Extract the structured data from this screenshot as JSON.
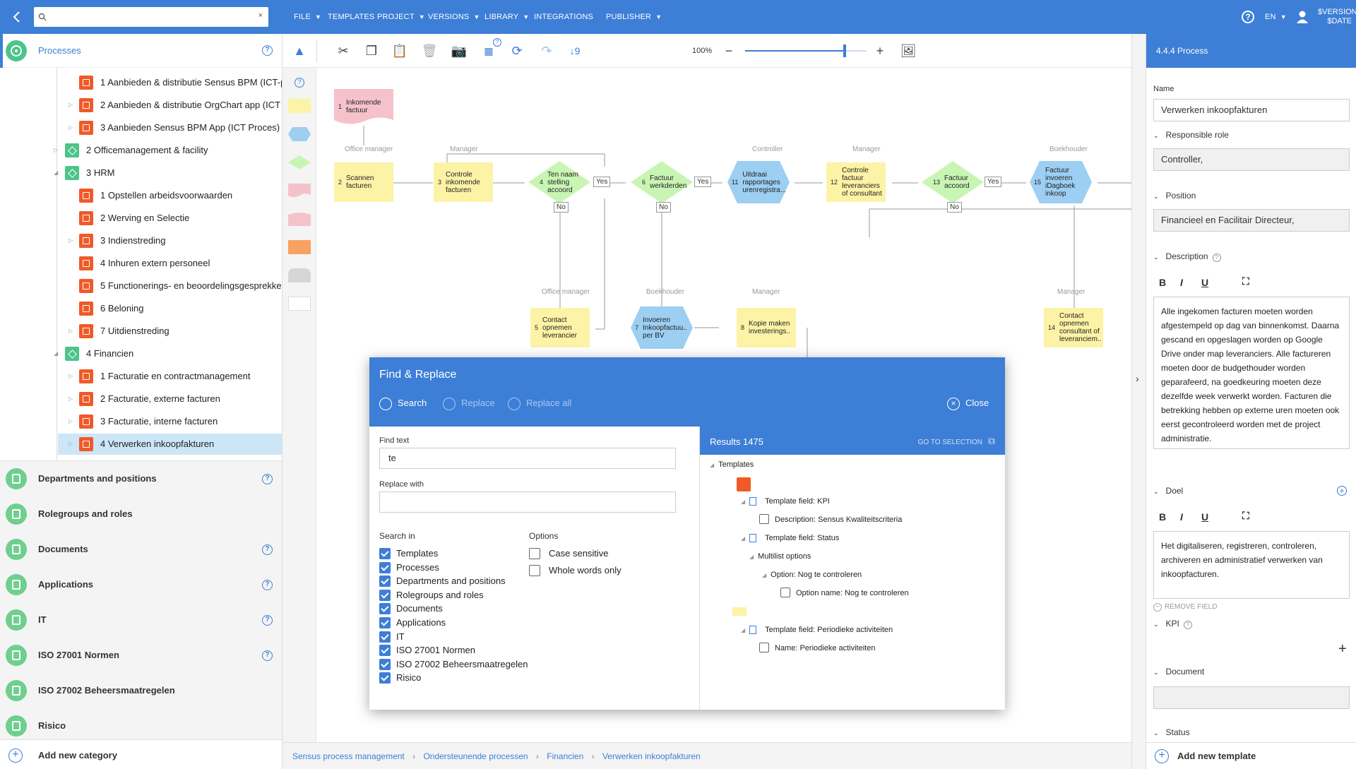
{
  "topbar": {
    "search_placeholder": "",
    "menu": [
      {
        "label": "FILE",
        "has_dropdown": true
      },
      {
        "label": "TEMPLATES",
        "has_dropdown": false
      },
      {
        "label": "PROJECT",
        "has_dropdown": true
      },
      {
        "label": "VERSIONS",
        "has_dropdown": true
      },
      {
        "label": "LIBRARY",
        "has_dropdown": true
      },
      {
        "label": "INTEGRATIONS",
        "has_dropdown": false
      },
      {
        "label": "PUBLISHER",
        "has_dropdown": true
      }
    ],
    "language": "EN",
    "version_line1": "$VERSION",
    "version_line2": "$DATE"
  },
  "sidebar": {
    "active_category": "Processes",
    "tree": [
      {
        "label": "1 Aanbieden & distributie Sensus BPM (ICT-p",
        "type": "process",
        "level": 2
      },
      {
        "label": "2 Aanbieden & distributie OrgChart app (ICT",
        "type": "process",
        "level": 2
      },
      {
        "label": "3 Aanbieden Sensus BPM App (ICT Proces)",
        "type": "process",
        "level": 2
      },
      {
        "label": "2 Officemanagement & facility",
        "type": "group",
        "level": 1
      },
      {
        "label": "3 HRM",
        "type": "group",
        "level": 1
      },
      {
        "label": "1 Opstellen arbeidsvoorwaarden",
        "type": "process",
        "level": 2
      },
      {
        "label": "2 Werving en Selectie",
        "type": "process",
        "level": 2
      },
      {
        "label": "3 Indienstreding",
        "type": "process",
        "level": 2
      },
      {
        "label": "4 Inhuren extern personeel",
        "type": "process",
        "level": 2
      },
      {
        "label": "5 Functionerings- en beoordelingsgesprekke",
        "type": "process",
        "level": 2
      },
      {
        "label": "6 Beloning",
        "type": "process",
        "level": 2
      },
      {
        "label": "7 Uitdienstreding",
        "type": "process",
        "level": 2
      },
      {
        "label": "4 Financien",
        "type": "group",
        "level": 1
      },
      {
        "label": "1 Facturatie en contractmanagement",
        "type": "process",
        "level": 2
      },
      {
        "label": "2 Facturatie, externe facturen",
        "type": "process",
        "level": 2
      },
      {
        "label": "3 Facturatie, interne facturen",
        "type": "process",
        "level": 2
      },
      {
        "label": "4 Verwerken inkoopfakturen",
        "type": "process",
        "level": 2,
        "selected": true
      }
    ],
    "categories": [
      {
        "label": "Departments and positions",
        "help": true
      },
      {
        "label": "Rolegroups and roles",
        "help": false
      },
      {
        "label": "Documents",
        "help": true
      },
      {
        "label": "Applications",
        "help": true
      },
      {
        "label": "IT",
        "help": true
      },
      {
        "label": "ISO 27001 Normen",
        "help": true
      },
      {
        "label": "ISO 27002 Beheersmaatregelen",
        "help": false
      },
      {
        "label": "Risico",
        "help": false
      }
    ],
    "add_category": "Add new category"
  },
  "toolbar": {
    "zoom": "100%",
    "zoom_level": 0.82
  },
  "diagram": {
    "start_event": {
      "num": "1",
      "label": "Inkomende factuur"
    },
    "roles": [
      "Office manager",
      "Manager",
      "Controller",
      "Manager",
      "Boekhouder",
      "Office manager",
      "Boekhouder",
      "Manager",
      "Manager"
    ],
    "nodes": [
      {
        "num": "2",
        "label": "Scannen facturen"
      },
      {
        "num": "3",
        "label": "Controle inkomende facturen"
      },
      {
        "num": "4",
        "label": "Ten naam stelling accoord"
      },
      {
        "num": "6",
        "label": "Factuur werkderden"
      },
      {
        "num": "11",
        "label": "Uitdraai rapportages urenregistra..."
      },
      {
        "num": "12",
        "label": "Controle factuur leveranciers of consultant"
      },
      {
        "num": "13",
        "label": "Factuur accoord"
      },
      {
        "num": "15",
        "label": "Factuur invoeren iDagboek inkoop"
      },
      {
        "num": "5",
        "label": "Contact opnemen leverancier"
      },
      {
        "num": "7",
        "label": "Invoeren Inkoopfactuu.. per BV"
      },
      {
        "num": "8",
        "label": "Kopie maken investerings.."
      },
      {
        "num": "14",
        "label": "Contact opnemen consultant of leveranciem.."
      }
    ],
    "yes_label": "Yes",
    "no_label": "No"
  },
  "dialog": {
    "title": "Find & Replace",
    "tabs": {
      "search": "Search",
      "replace": "Replace",
      "replace_all": "Replace all"
    },
    "close": "Close",
    "find_label": "Find text",
    "find_value": "te",
    "replace_label": "Replace with",
    "replace_value": "",
    "search_in_label": "Search in",
    "search_in": [
      {
        "label": "Templates",
        "checked": true
      },
      {
        "label": "Processes",
        "checked": true
      },
      {
        "label": "Departments and positions",
        "checked": true
      },
      {
        "label": "Rolegroups and roles",
        "checked": true
      },
      {
        "label": "Documents",
        "checked": true
      },
      {
        "label": "Applications",
        "checked": true
      },
      {
        "label": "IT",
        "checked": true
      },
      {
        "label": "ISO 27001 Normen",
        "checked": true
      },
      {
        "label": "ISO 27002 Beheersmaatregelen",
        "checked": true
      },
      {
        "label": "Risico",
        "checked": true
      }
    ],
    "options_label": "Options",
    "options": [
      {
        "label": "Case sensitive",
        "checked": false
      },
      {
        "label": "Whole words only",
        "checked": false
      }
    ],
    "results_title": "Results 1475",
    "go_to_selection": "GO TO SELECTION",
    "results": {
      "root": "Templates",
      "f1": "Template field: KPI",
      "f1_desc": "Description: Sensus Kwaliteitscriteria",
      "f2": "Template field: Status",
      "f2_multi": "Multilist options",
      "f2_opt": "Option: Nog te controleren",
      "f2_optname": "Option name: Nog te controleren",
      "f3": "Template field: Periodieke activiteiten",
      "f3_name": "Name: Periodieke activiteiten"
    }
  },
  "properties": {
    "header": "4.4.4 Process",
    "name_label": "Name",
    "name_value": "Verwerken inkoopfakturen",
    "role_label": "Responsible role",
    "role_value": "Controller,",
    "position_label": "Position",
    "position_value": "Financieel en Facilitair Directeur,",
    "description_label": "Description",
    "description_text": "Alle ingekomen facturen moeten worden afgestempeld op dag van binnenkomst. Daarna gescand en opgeslagen worden op Google Drive onder map leveranciers. Alle factureren moeten door de budgethouder worden geparafeerd, na goedkeuring moeten deze dezelfde week verwerkt worden. Facturen die betrekking hebben op externe uren moeten ook eerst gecontroleerd worden met de project administratie.",
    "doel_label": "Doel",
    "doel_text": "Het digitaliseren, registreren, controleren, archiveren en administratief verwerken van inkoopfacturen.",
    "remove_field": "REMOVE FIELD",
    "kpi_label": "KPI",
    "document_label": "Document",
    "document_value": "",
    "status_label": "Status",
    "add_template": "Add new template",
    "format_bold": "B",
    "format_italic": "I",
    "format_underline": "U"
  },
  "breadcrumb": [
    "Sensus process management",
    "Ondersteunende processen",
    "Financien",
    "Verwerken inkoopfakturen"
  ],
  "colors": {
    "primary": "#3d7ed6",
    "process_icon": "#f05a28",
    "group_icon": "#4cc48a",
    "task_yellow": "#fdf3a6",
    "gateway_green": "#c9f5b4",
    "subprocess_blue": "#9ccff2",
    "event_pink": "#f5c2cc"
  }
}
